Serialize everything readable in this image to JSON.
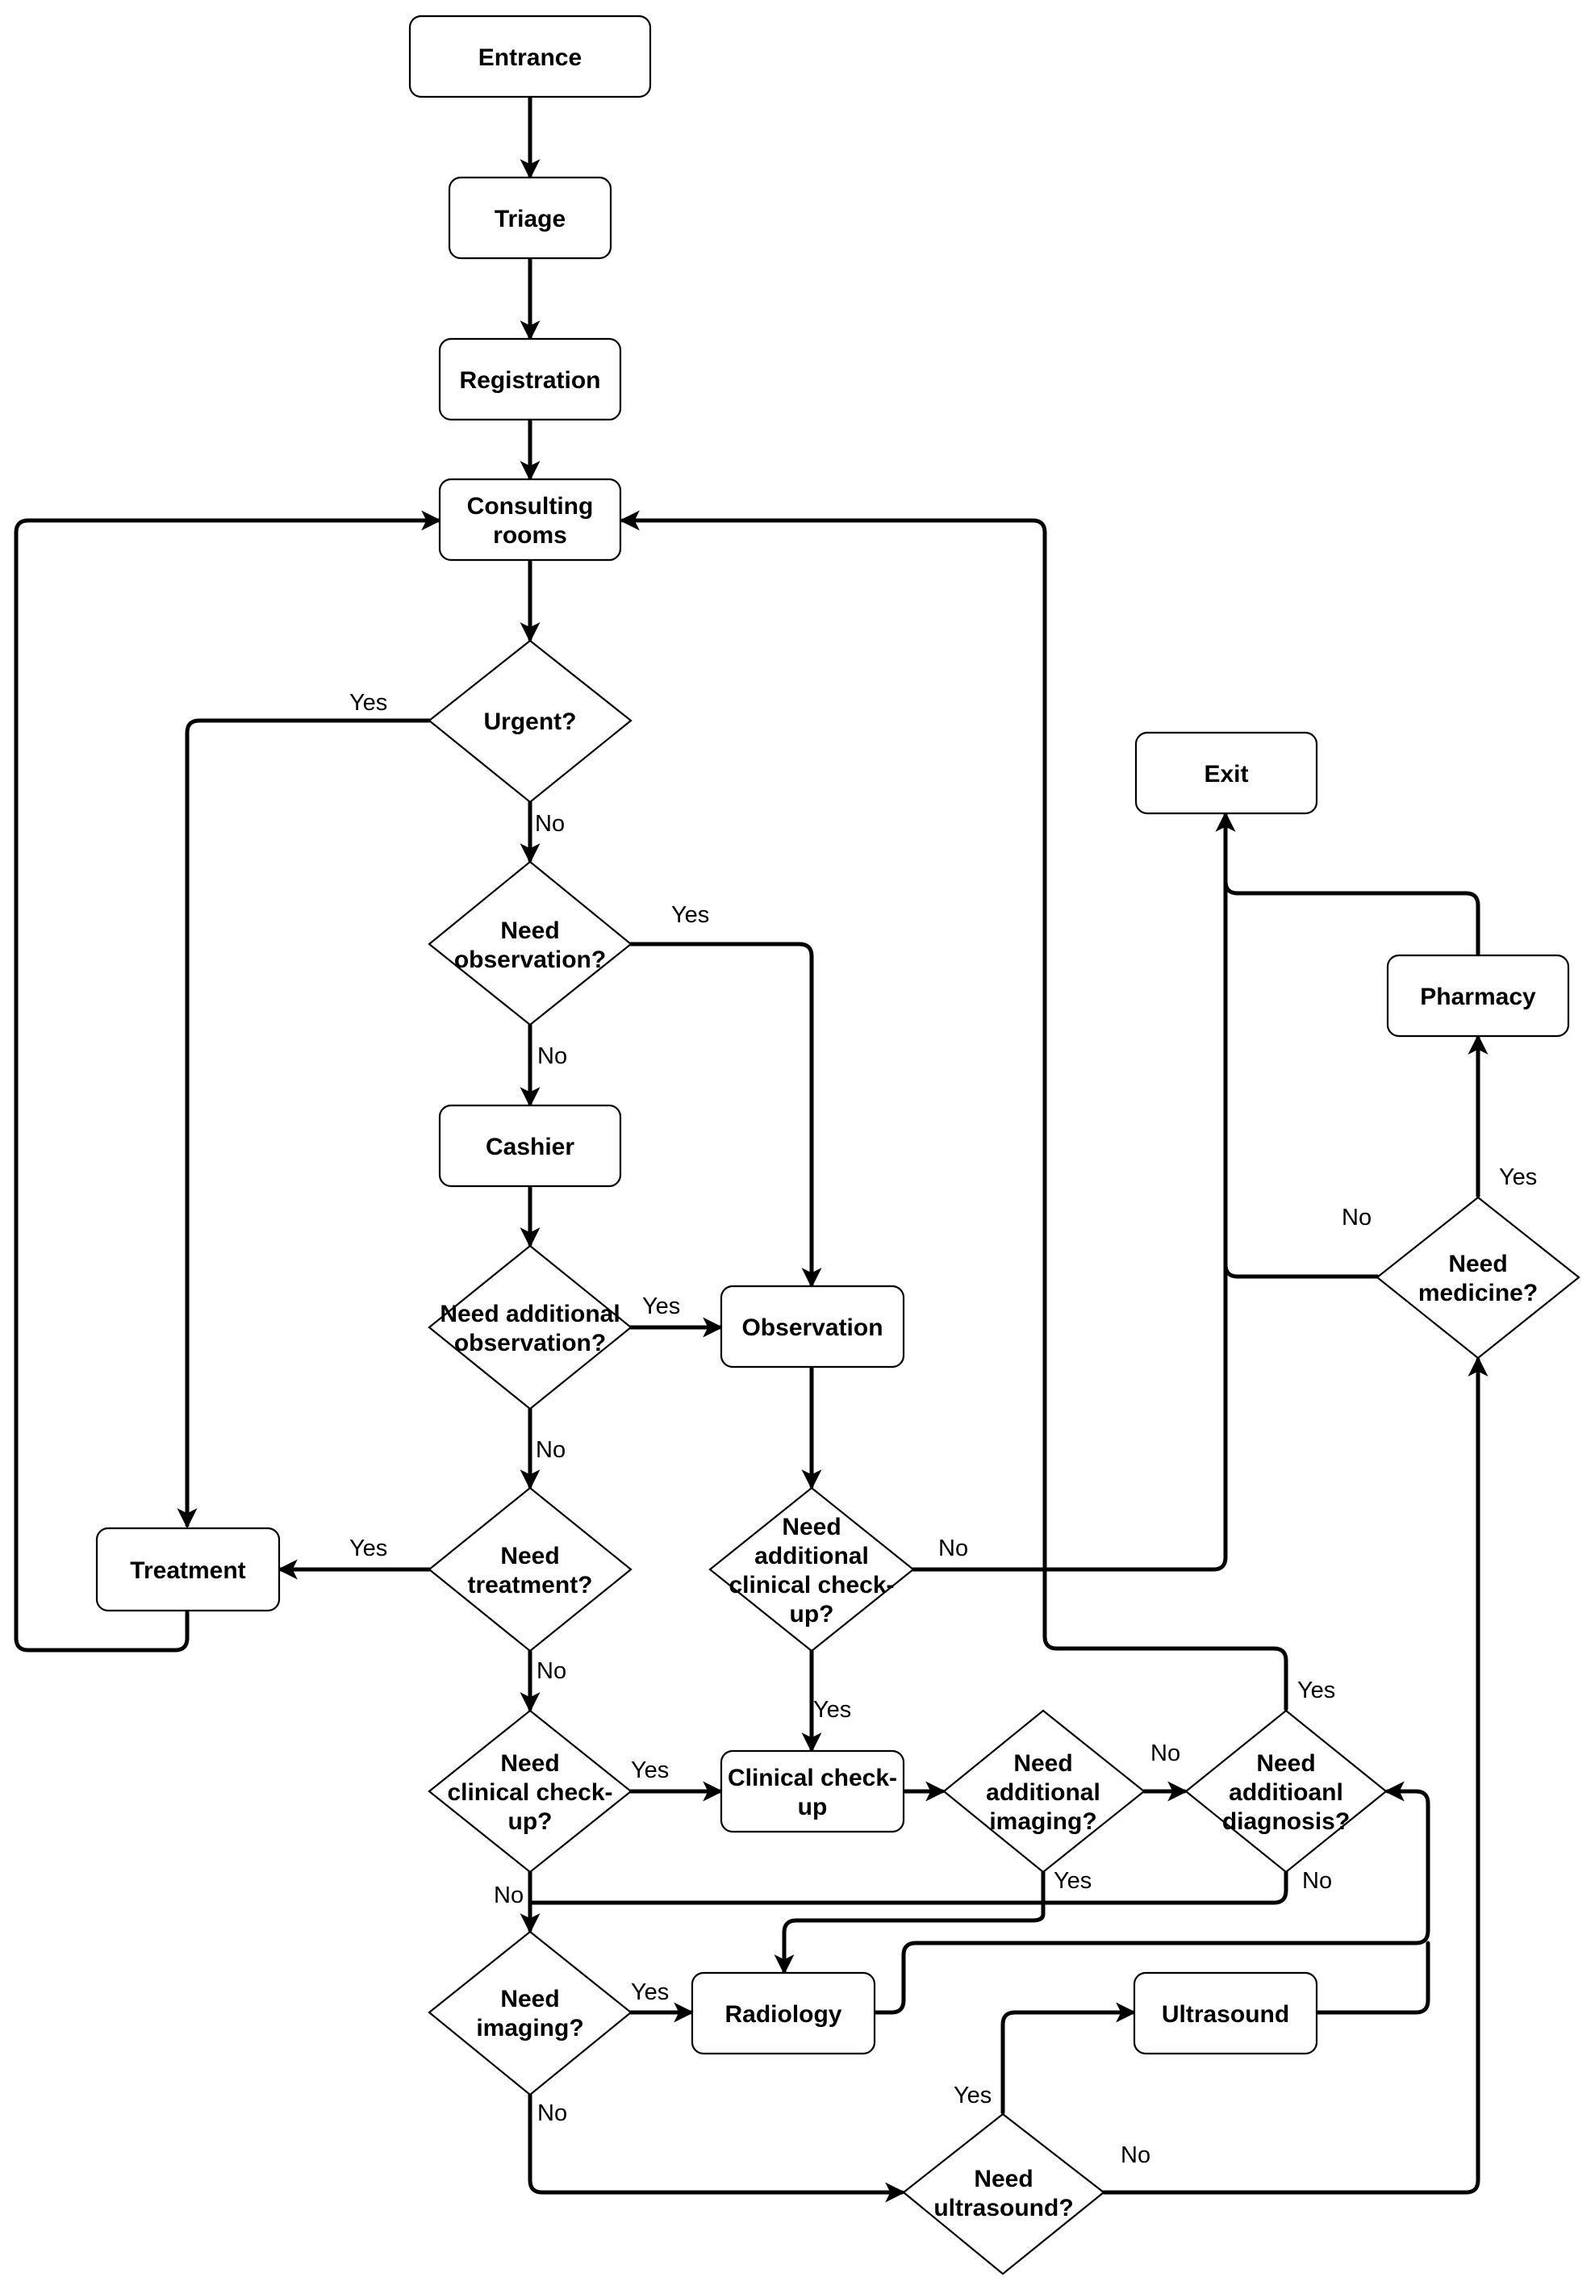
{
  "nodes": {
    "entrance": {
      "lines": [
        "Entrance"
      ]
    },
    "triage": {
      "lines": [
        "Triage"
      ]
    },
    "registration": {
      "lines": [
        "Registration"
      ]
    },
    "consulting": {
      "lines": [
        "Consulting",
        "rooms"
      ]
    },
    "urgent": {
      "lines": [
        "Urgent?"
      ]
    },
    "need_observation": {
      "lines": [
        "Need",
        "observation?"
      ]
    },
    "cashier": {
      "lines": [
        "Cashier"
      ]
    },
    "need_add_observation": {
      "lines": [
        "Need additional",
        "observation?"
      ]
    },
    "observation": {
      "lines": [
        "Observation"
      ]
    },
    "treatment": {
      "lines": [
        "Treatment"
      ]
    },
    "need_treatment": {
      "lines": [
        "Need",
        "treatment?"
      ]
    },
    "need_add_checkup": {
      "lines": [
        "Need",
        "additional",
        "clinical check-",
        "up?"
      ]
    },
    "need_checkup": {
      "lines": [
        "Need",
        "clinical check-",
        "up?"
      ]
    },
    "clinical_checkup": {
      "lines": [
        "Clinical check-",
        "up"
      ]
    },
    "need_add_imaging": {
      "lines": [
        "Need",
        "additional",
        "imaging?"
      ]
    },
    "need_add_diagnosis": {
      "lines": [
        "Need",
        "additioanl",
        "diagnosis?"
      ]
    },
    "need_imaging": {
      "lines": [
        "Need",
        "imaging?"
      ]
    },
    "radiology": {
      "lines": [
        "Radiology"
      ]
    },
    "ultrasound": {
      "lines": [
        "Ultrasound"
      ]
    },
    "need_ultrasound": {
      "lines": [
        "Need",
        "ultrasound?"
      ]
    },
    "exit": {
      "lines": [
        "Exit"
      ]
    },
    "pharmacy": {
      "lines": [
        "Pharmacy"
      ]
    },
    "need_medicine": {
      "lines": [
        "Need",
        "medicine?"
      ]
    }
  },
  "edge_labels": {
    "urgent_yes": "Yes",
    "urgent_no": "No",
    "observation_yes": "Yes",
    "observation_no": "No",
    "add_observation_yes": "Yes",
    "add_observation_no": "No",
    "treatment_yes": "Yes",
    "treatment_no": "No",
    "add_checkup_no": "No",
    "add_checkup_yes": "Yes",
    "checkup_yes": "Yes",
    "checkup_no": "No",
    "add_imaging_no": "No",
    "add_imaging_yes": "Yes",
    "add_diagnosis_yes": "Yes",
    "add_diagnosis_no": "No",
    "imaging_yes": "Yes",
    "imaging_no": "No",
    "ultrasound_yes": "Yes",
    "ultrasound_no": "No",
    "medicine_yes": "Yes",
    "medicine_no": "No"
  }
}
